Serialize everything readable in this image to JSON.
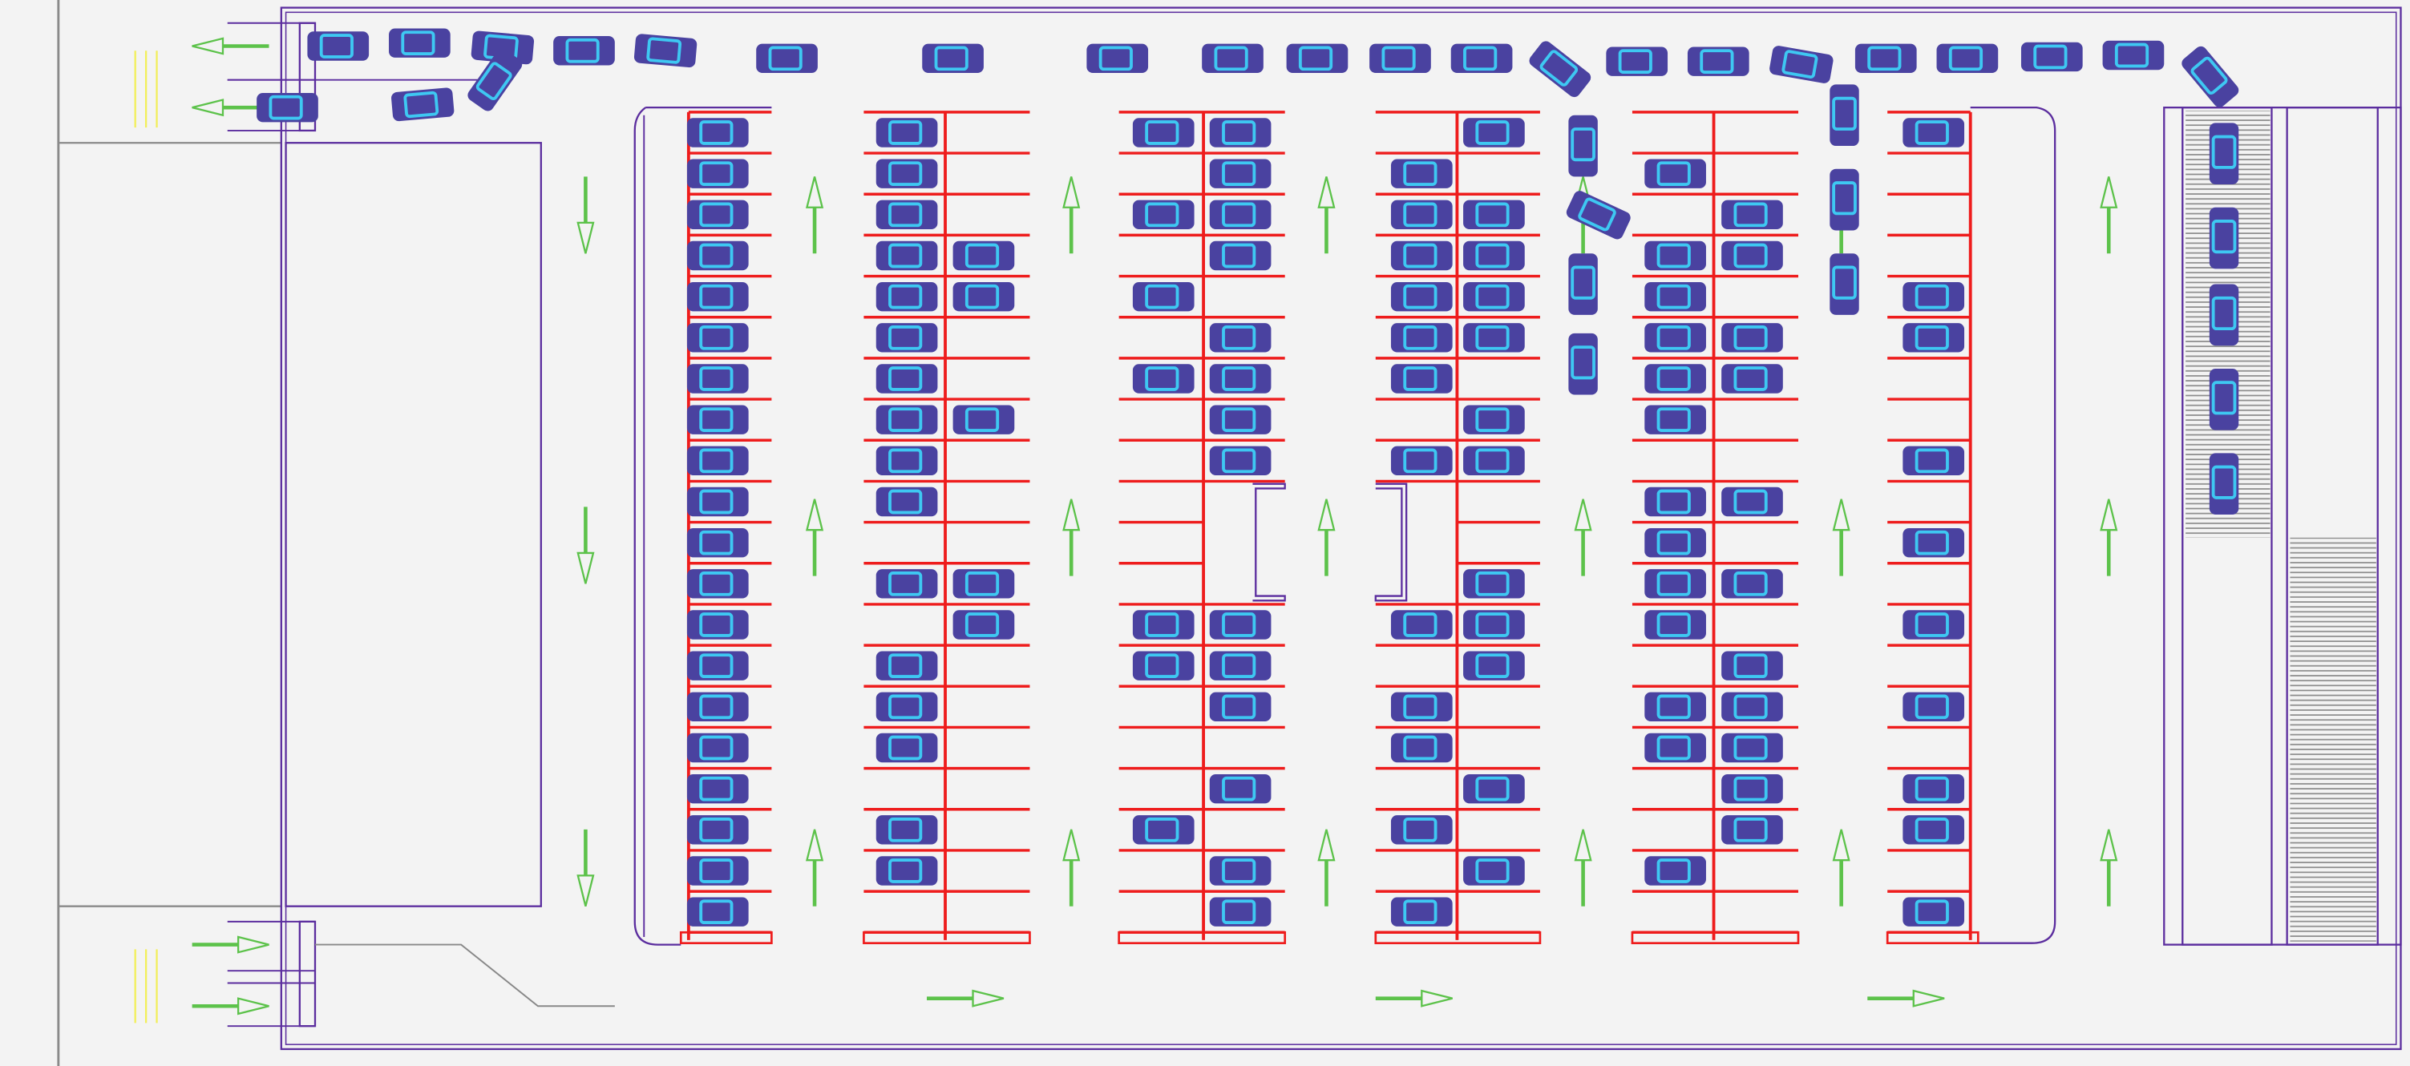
{
  "colors": {
    "background": "#f3f3f3",
    "boundary": "#5b2d9e",
    "road_edge": "#8a8a8a",
    "stall_line": "#ee1c1c",
    "arrow": "#5cc24a",
    "crosswalk": "#f2ef5a",
    "car_body": "#4a42a0",
    "car_glass": "#3ec8f2",
    "ramp_hatch": "#8c8c8c"
  },
  "stall_rows": 20,
  "occupancy": [
    {
      "column": "1-east",
      "occupied": [
        0,
        1,
        2,
        3,
        4,
        5,
        6,
        7,
        8,
        9,
        10,
        11,
        12,
        13,
        14,
        15,
        16,
        17,
        18,
        19
      ]
    },
    {
      "column": "2-west",
      "occupied": [
        0,
        1,
        2,
        3,
        4,
        5,
        6,
        7,
        8,
        9,
        11,
        13,
        14,
        15,
        17,
        18
      ]
    },
    {
      "column": "2-east",
      "occupied": [
        3,
        4,
        7,
        11,
        12
      ]
    },
    {
      "column": "3-west",
      "occupied": [
        0,
        2,
        4,
        6,
        12,
        13,
        17
      ]
    },
    {
      "column": "3-east",
      "occupied": [
        0,
        1,
        2,
        3,
        5,
        6,
        7,
        8,
        12,
        13,
        14,
        16,
        18,
        19
      ]
    },
    {
      "column": "4-west",
      "occupied": [
        1,
        2,
        3,
        4,
        5,
        6,
        8,
        12,
        14,
        15,
        17,
        19
      ]
    },
    {
      "column": "4-east",
      "occupied": [
        0,
        2,
        3,
        4,
        5,
        7,
        8,
        11,
        12,
        13,
        16,
        18
      ]
    },
    {
      "column": "5-west",
      "occupied": [
        1,
        3,
        4,
        5,
        6,
        7,
        9,
        10,
        11,
        12,
        14,
        15,
        18
      ]
    },
    {
      "column": "5-east",
      "occupied": [
        2,
        3,
        5,
        6,
        9,
        11,
        13,
        14,
        15,
        16,
        17
      ]
    },
    {
      "column": "6-west",
      "occupied": [
        0,
        4,
        5,
        8,
        10,
        12,
        14,
        16,
        17,
        19
      ]
    }
  ]
}
